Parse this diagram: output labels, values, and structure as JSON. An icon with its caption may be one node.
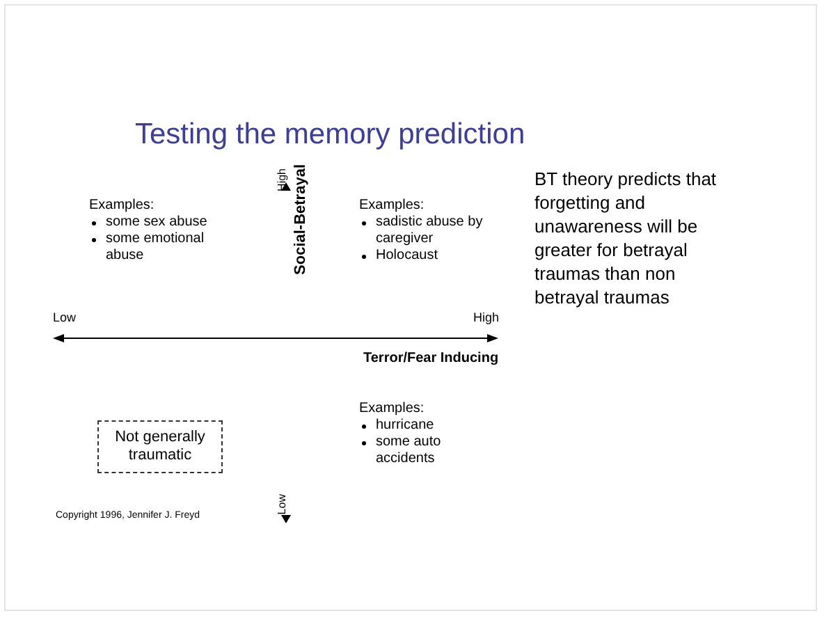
{
  "diagram": {
    "title": "Testing the memory prediction",
    "nodes": [
      {
        "text": [
          "Not generally traumatic"
        ]
      }
    ],
    "labels": [
      "High",
      "Social-Betrayal",
      "Examples:",
      "some sex abuse",
      "some emotional abuse",
      "Examples:",
      "sadistic abuse by caregiver",
      "Holocaust",
      "BT theory predicts that forgetting and unawareness will be greater for betrayal traumas than non betrayal traumas",
      "Low",
      "High",
      "Terror/Fear Inducing",
      "Examples:",
      "hurricane",
      "some auto accidents",
      "Copyright 1996, Jennifer J. Freyd",
      "Low"
    ]
  }
}
